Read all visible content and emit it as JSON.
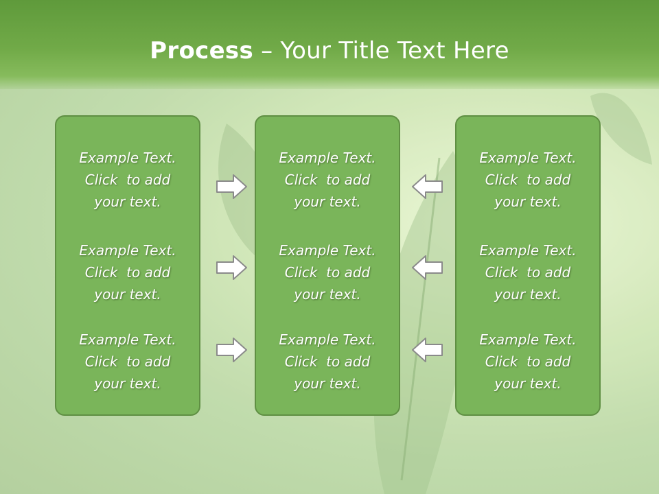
{
  "slide": {
    "title_bold": "Process",
    "title_rest": " – Your Title Text Here"
  },
  "columns": [
    {
      "items": [
        {
          "line1": "Example Text.",
          "line2": "Click  to add",
          "line3": "your text."
        },
        {
          "line1": "Example Text.",
          "line2": "Click  to add",
          "line3": "your text."
        },
        {
          "line1": "Example Text.",
          "line2": "Click  to add",
          "line3": "your text."
        }
      ]
    },
    {
      "items": [
        {
          "line1": "Example Text.",
          "line2": "Click  to add",
          "line3": "your text."
        },
        {
          "line1": "Example Text.",
          "line2": "Click  to add",
          "line3": "your text."
        },
        {
          "line1": "Example Text.",
          "line2": "Click  to add",
          "line3": "your text."
        }
      ]
    },
    {
      "items": [
        {
          "line1": "Example Text.",
          "line2": "Click  to add",
          "line3": "your text."
        },
        {
          "line1": "Example Text.",
          "line2": "Click  to add",
          "line3": "your text."
        },
        {
          "line1": "Example Text.",
          "line2": "Click  to add",
          "line3": "your text."
        }
      ]
    }
  ],
  "arrows": {
    "left_group": "right-arrow-icon",
    "right_group": "left-arrow-icon"
  },
  "colors": {
    "title_bar": "#71aa48",
    "panel_fill": "#7ab55a",
    "panel_border": "#5f8f43",
    "arrow_fill": "#ffffff",
    "arrow_stroke": "#8a8a8a"
  }
}
